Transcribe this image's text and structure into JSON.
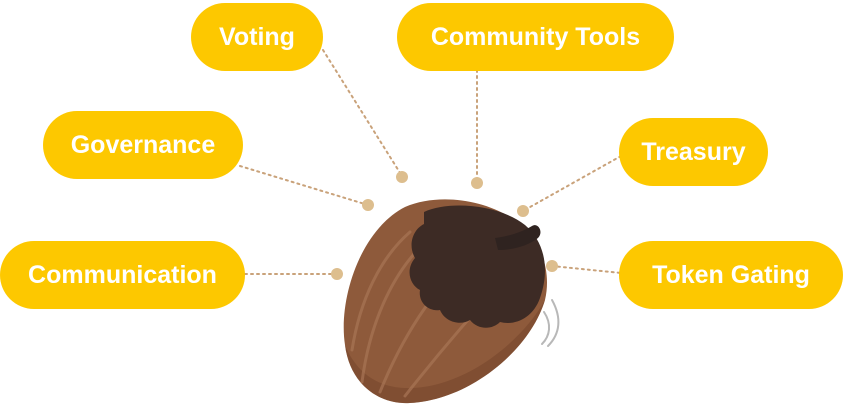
{
  "colors": {
    "pill": "#FDC800",
    "pill_text": "#FFFFFF",
    "connector": "#C9A27A",
    "dot": "#DDBE8E",
    "acorn_body": "#8E5A3B",
    "acorn_shadow": "#6E4128",
    "acorn_cap": "#3D2B25",
    "acorn_stem": "#2F2320"
  },
  "labels": {
    "voting": "Voting",
    "community_tools": "Community Tools",
    "governance": "Governance",
    "treasury": "Treasury",
    "communication": "Communication",
    "token_gating": "Token Gating"
  },
  "center": {
    "icon": "acorn-icon"
  }
}
